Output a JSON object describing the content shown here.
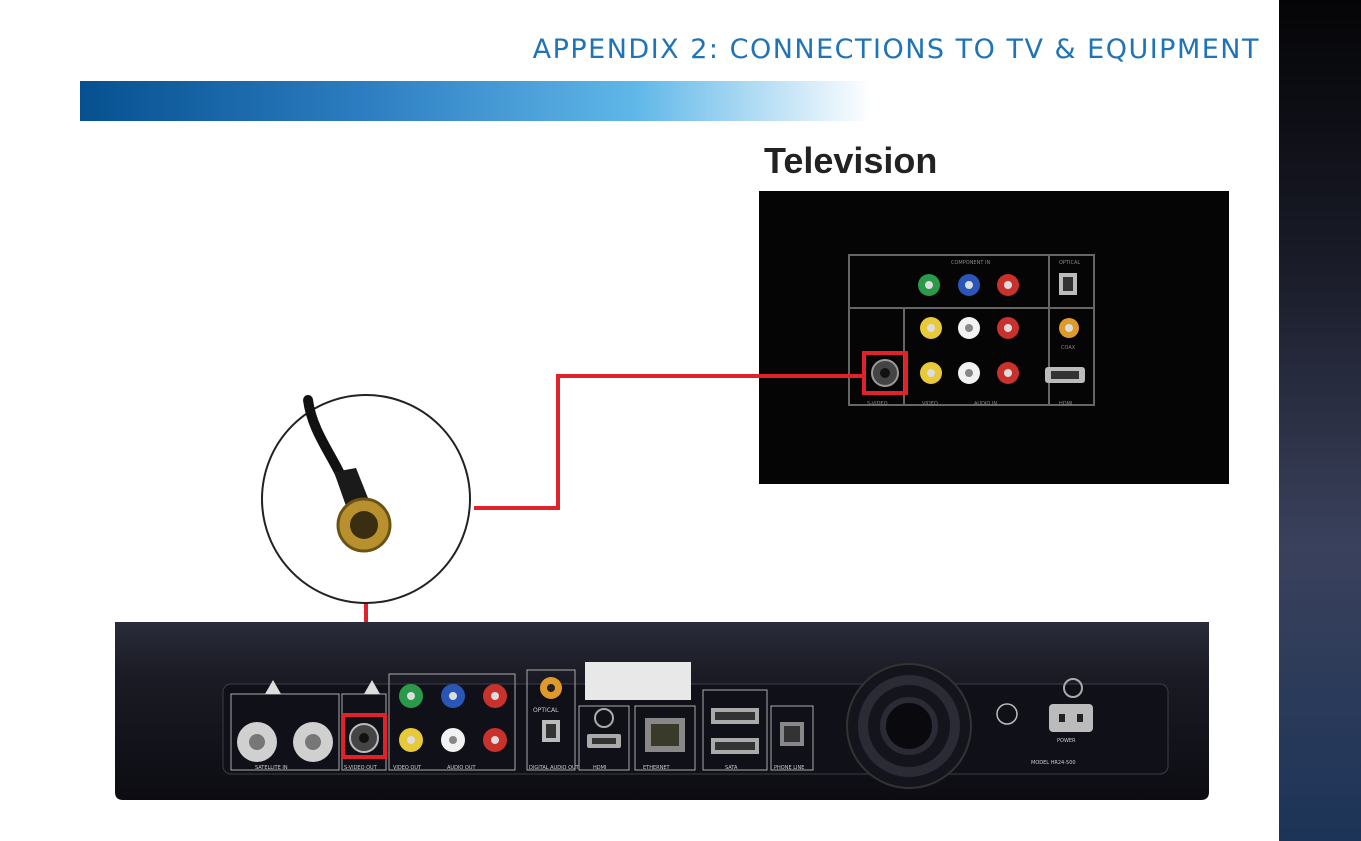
{
  "page": {
    "title": "APPENDIX 2: CONNECTIONS TO TV & EQUIPMENT"
  },
  "tv": {
    "heading": "Television",
    "component_label": "COMPONENT IN",
    "optical_label": "OPTICAL",
    "svideo_label": "S-VIDEO",
    "video_label": "VIDEO",
    "audio_label": "AUDIO IN",
    "hdmi_label": "HDMI",
    "coax_label": "COAX"
  },
  "receiver": {
    "port_labels": [
      "SATELLITE IN",
      "S-VIDEO OUT",
      "VIDEO OUT",
      "AUDIO OUT",
      "DIGITAL AUDIO OUT",
      "HDMI",
      "ETHERNET",
      "SATA",
      "PHONE LINE",
      "POWER"
    ],
    "optical_label": "OPTICAL",
    "model_label": "MODEL HR24-500"
  },
  "colors": {
    "cable": "#e0222b",
    "highlight": "#e0222b",
    "title": "#1f73b7"
  }
}
